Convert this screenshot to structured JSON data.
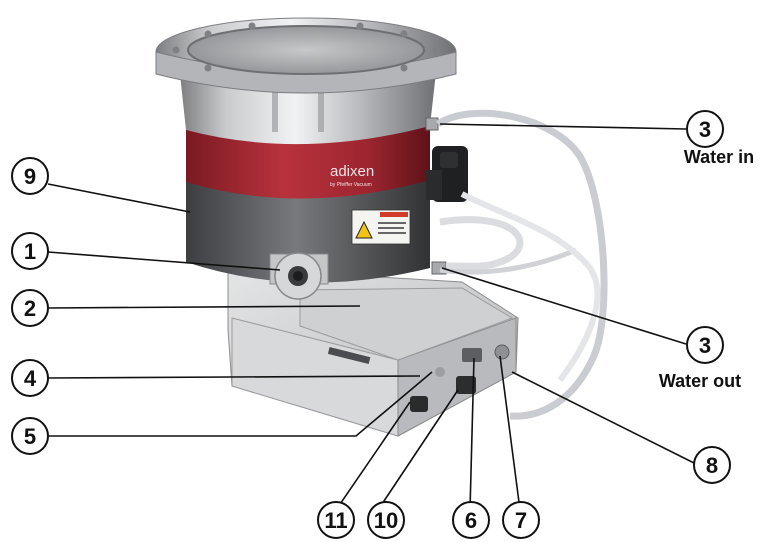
{
  "diagram": {
    "brand": "adixen",
    "brand_sub": "by Pfeiffer Vacuum",
    "callouts": [
      {
        "id": "c3a",
        "number": "3",
        "caption": "Water in"
      },
      {
        "id": "c9",
        "number": "9",
        "caption": ""
      },
      {
        "id": "c1",
        "number": "1",
        "caption": ""
      },
      {
        "id": "c2",
        "number": "2",
        "caption": ""
      },
      {
        "id": "c3b",
        "number": "3",
        "caption": "Water out"
      },
      {
        "id": "c4",
        "number": "4",
        "caption": ""
      },
      {
        "id": "c5",
        "number": "5",
        "caption": ""
      },
      {
        "id": "c8",
        "number": "8",
        "caption": ""
      },
      {
        "id": "c11",
        "number": "11",
        "caption": ""
      },
      {
        "id": "c10",
        "number": "10",
        "caption": ""
      },
      {
        "id": "c6",
        "number": "6",
        "caption": ""
      },
      {
        "id": "c7",
        "number": "7",
        "caption": ""
      }
    ]
  }
}
